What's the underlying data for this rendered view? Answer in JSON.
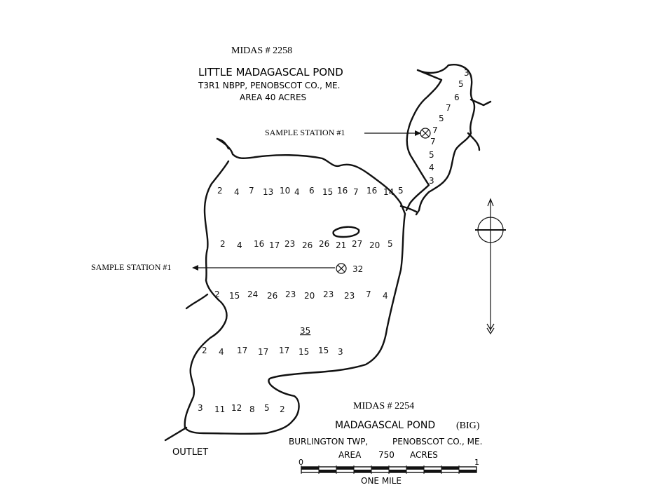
{
  "little_pond": {
    "midas": "MIDAS # 2258",
    "name": "LITTLE MADAGASCAL POND",
    "location": "T3R1 NBPP, PENOBSCOT CO., ME.",
    "area": "AREA 40 ACRES",
    "sample_station": "SAMPLE STATION #1",
    "depths": [
      "3",
      "5",
      "6",
      "7",
      "5",
      "7",
      "7",
      "5",
      "4",
      "3"
    ]
  },
  "big_pond": {
    "midas": "MIDAS # 2254",
    "name": "MADAGASCAL POND",
    "qualifier": "(BIG)",
    "town": "BURLINGTON TWP,",
    "county": "PENOBSCOT CO., ME.",
    "area_label": "AREA",
    "area_value": "750",
    "area_unit": "ACRES",
    "sample_station": "SAMPLE STATION #1",
    "station_depth": "32",
    "deep_spot": "35",
    "outlet": "OUTLET",
    "depth_rows": [
      [
        "2",
        "4",
        "7",
        "13",
        "10",
        "4",
        "6",
        "15",
        "16",
        "7",
        "16",
        "14",
        "5"
      ],
      [
        "2",
        "4",
        "16",
        "17",
        "23",
        "26",
        "26",
        "21",
        "27",
        "20",
        "5"
      ],
      [
        "2",
        "15",
        "24",
        "26",
        "23",
        "20",
        "23",
        "23",
        "7",
        "4"
      ],
      [
        "2",
        "4",
        "17",
        "17",
        "17",
        "15",
        "15",
        "3"
      ],
      [
        "3",
        "11",
        "12",
        "8",
        "5",
        "2"
      ]
    ]
  },
  "scale_bar": {
    "start": "0",
    "end": "1",
    "caption": "ONE MILE"
  },
  "icons": {
    "north_arrow": "north-arrow-icon",
    "sample_marker": "crossed-circle-icon"
  }
}
